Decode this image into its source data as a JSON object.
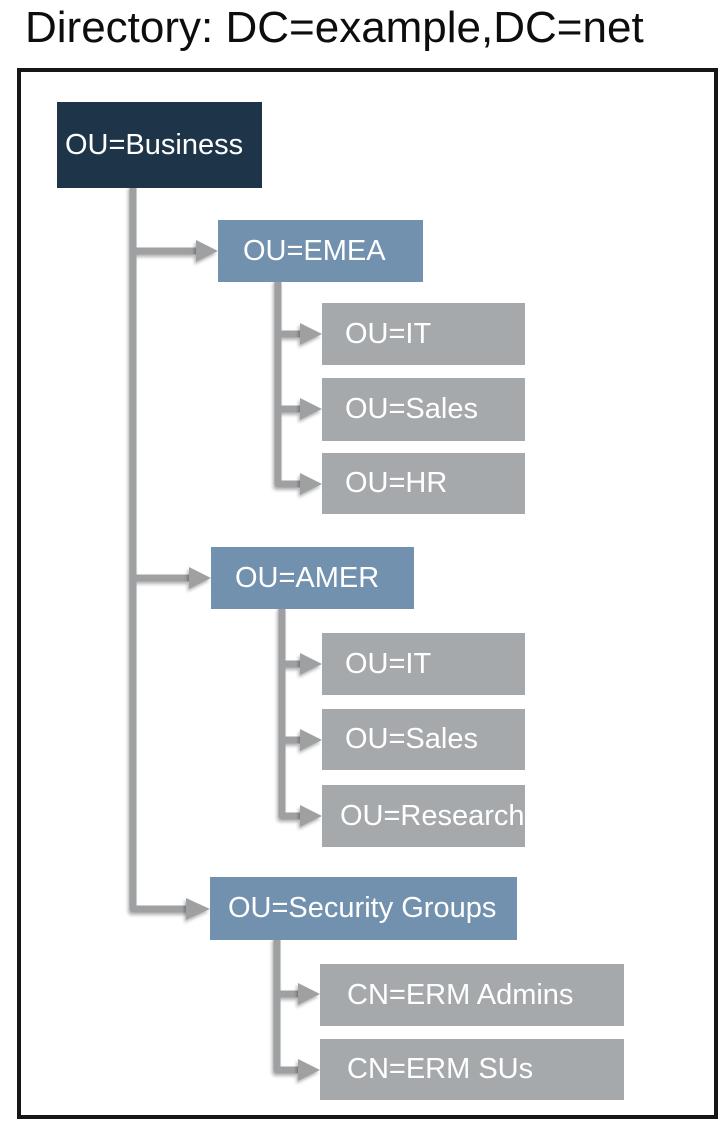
{
  "title": "Directory: DC=example,DC=net",
  "colors": {
    "root_box": "#1e3448",
    "branch_box": "#7291ae",
    "leaf_box": "#a6a9ac",
    "connector": "#9ea0a2",
    "frame_border": "#161616",
    "node_text": "#ffffff",
    "title_text": "#0d0d0d",
    "background": "#ffffff"
  },
  "tree": {
    "root": {
      "label": "OU=Business"
    },
    "branches": [
      {
        "label": "OU=EMEA",
        "children": [
          {
            "label": "OU=IT"
          },
          {
            "label": "OU=Sales"
          },
          {
            "label": "OU=HR"
          }
        ]
      },
      {
        "label": "OU=AMER",
        "children": [
          {
            "label": "OU=IT"
          },
          {
            "label": "OU=Sales"
          },
          {
            "label": "OU=Research"
          }
        ]
      },
      {
        "label": "OU=Security Groups",
        "children": [
          {
            "label": "CN=ERM Admins"
          },
          {
            "label": "CN=ERM SUs"
          }
        ]
      }
    ]
  }
}
